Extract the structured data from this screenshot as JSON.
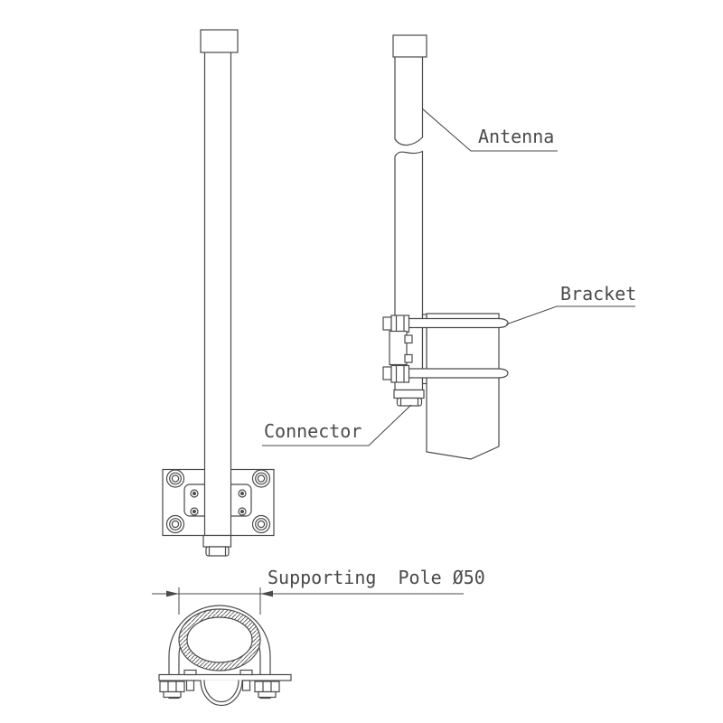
{
  "drawing": {
    "type": "antenna-mounting-technical-drawing",
    "background_color": "#ffffff",
    "line_color": "#4a4a4a",
    "labels": {
      "antenna": "Antenna",
      "bracket": "Bracket",
      "connector": "Connector",
      "dimension": "Supporting  Pole Ø50"
    },
    "dimension_value": "Ø50",
    "views": {
      "front": "antenna with flange mounting plate",
      "side": "antenna clamped to supporting pole with u-bolt bracket",
      "bottom": "top view of u-bolt clamp around pole"
    }
  }
}
